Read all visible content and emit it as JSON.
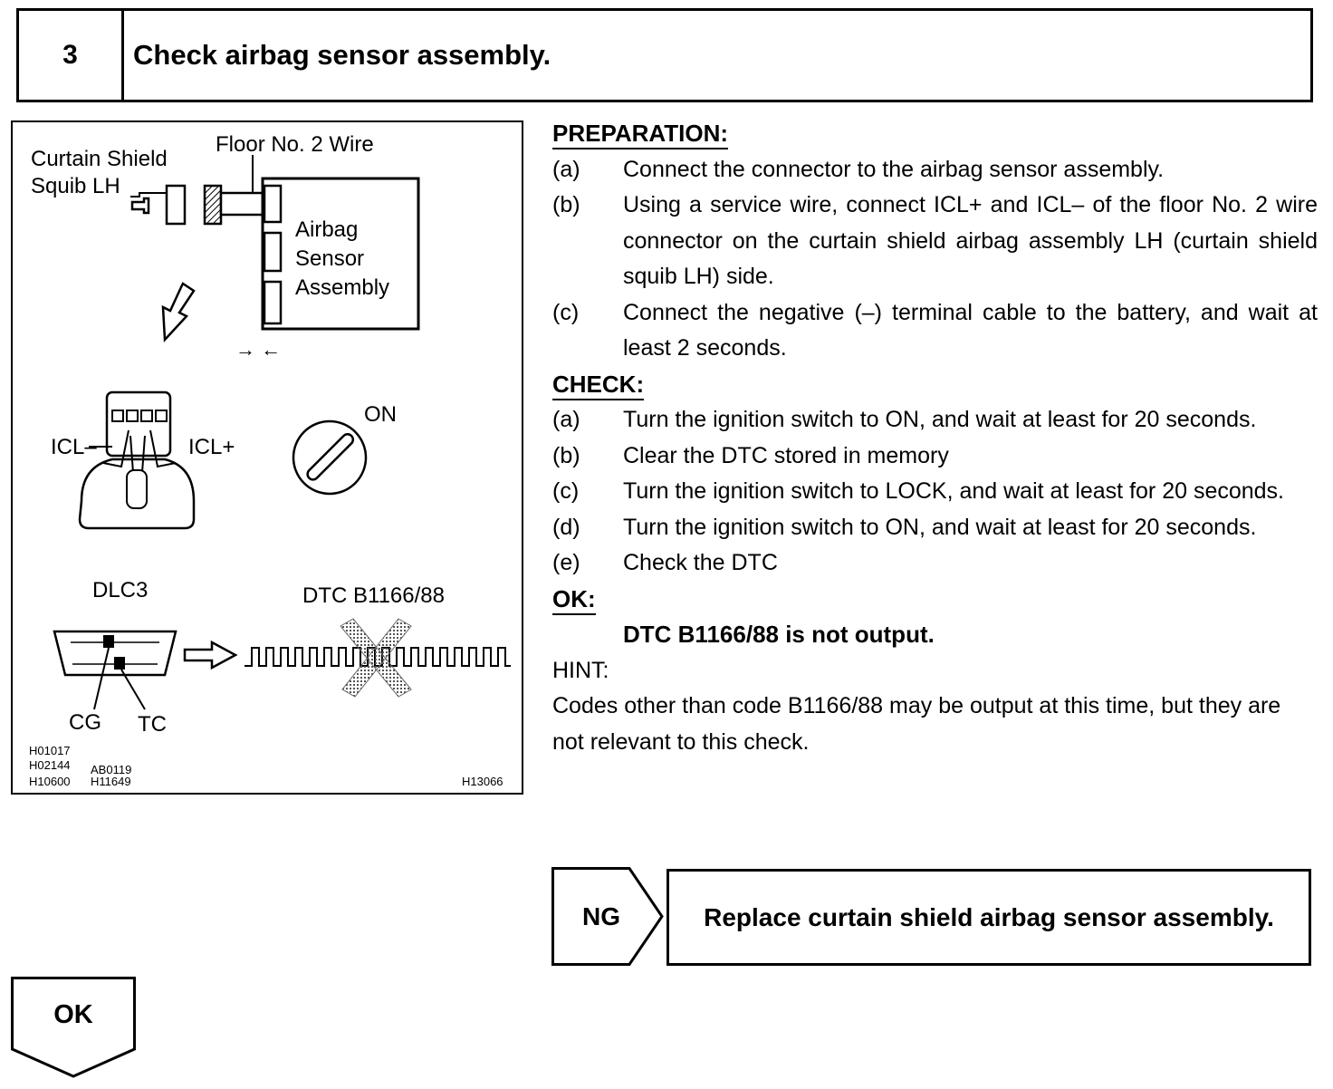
{
  "header": {
    "step": "3",
    "title": "Check airbag sensor assembly."
  },
  "figure": {
    "labels": {
      "curtain_shield_1": "Curtain Shield",
      "curtain_shield_2": "Squib LH",
      "floor_wire": "Floor No. 2 Wire",
      "airbag_1": "Airbag",
      "airbag_2": "Sensor",
      "airbag_3": "Assembly",
      "connect_arrows": "→ ←",
      "icl_minus": "ICL–",
      "icl_plus": "ICL+",
      "on": "ON",
      "dlc3": "DLC3",
      "dtc": "DTC B1166/88",
      "cg": "CG",
      "tc": "TC",
      "code_1": "H01017",
      "code_2": "H02144",
      "code_3": "AB0119",
      "code_4": "H10600",
      "code_5": "H11649",
      "code_6": "H13066"
    }
  },
  "preparation": {
    "heading": "PREPARATION:",
    "items": [
      {
        "key": "(a)",
        "text": "Connect the connector to the airbag sensor assembly."
      },
      {
        "key": "(b)",
        "text": "Using a service wire, connect ICL+ and ICL– of the floor No. 2 wire connector on the curtain shield airbag assembly LH (curtain shield squib LH) side."
      },
      {
        "key": "(c)",
        "text": "Connect the negative (–) terminal cable to the battery, and wait at least 2 seconds."
      }
    ]
  },
  "check": {
    "heading": "CHECK:",
    "items": [
      {
        "key": "(a)",
        "text": "Turn the ignition switch to ON, and wait at least for 20 seconds."
      },
      {
        "key": "(b)",
        "text": "Clear the DTC stored in memory"
      },
      {
        "key": "(c)",
        "text": "Turn the ignition switch to LOCK, and wait at least for 20 seconds."
      },
      {
        "key": "(d)",
        "text": "Turn the ignition switch to ON, and wait at least for 20 seconds."
      },
      {
        "key": "(e)",
        "text": "Check the DTC"
      }
    ]
  },
  "ok_section": {
    "heading": "OK:",
    "result": "DTC B1166/88 is not output."
  },
  "hint": {
    "heading": "HINT:",
    "text": "Codes other than code B1166/88 may be output at this time, but they are not relevant to this check."
  },
  "ng": {
    "label": "NG",
    "action": "Replace curtain shield airbag sensor assembly."
  },
  "ok_arrow": {
    "label": "OK"
  }
}
